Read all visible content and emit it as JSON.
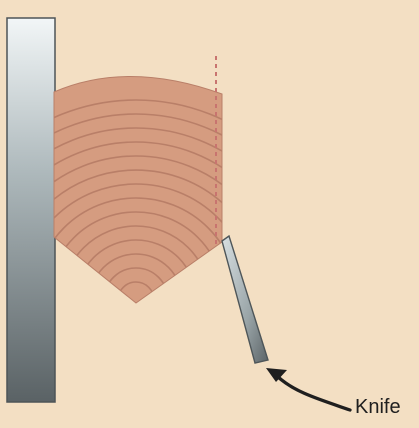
{
  "diagram": {
    "labels": {
      "knife": "Knife"
    },
    "colors": {
      "background": "#f3dfc3",
      "wood": "#d59c80",
      "growth_ring": "#b97f68",
      "guide_line": "#c8746f",
      "metal_dark": "#5e6568",
      "metal_light": "#cfd8db",
      "arrow": "#1f1f1f"
    },
    "icons": {
      "bar": "metal-bar",
      "knife": "knife-blade",
      "arrow": "curved-arrow"
    }
  }
}
